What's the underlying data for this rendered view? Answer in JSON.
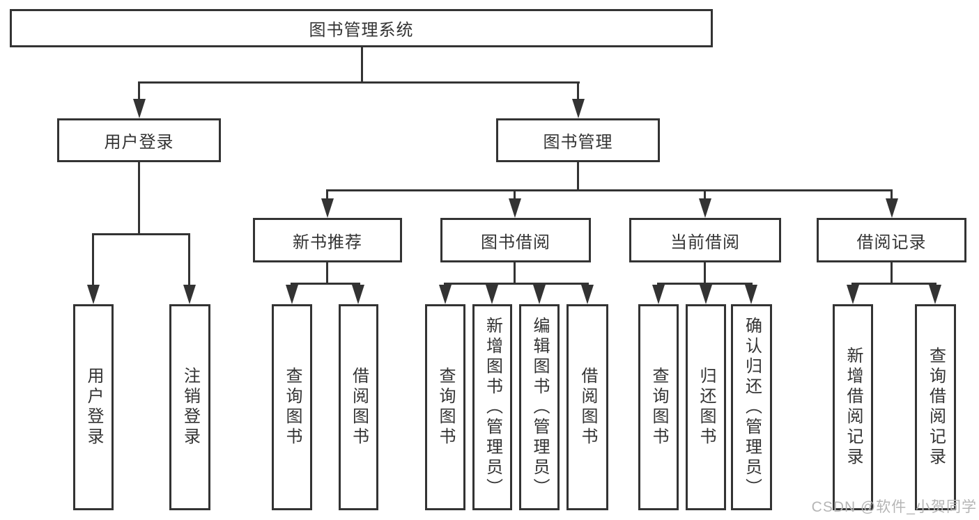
{
  "watermark": "CSDN @软件_小贺同学",
  "colors": {
    "line": "#333333",
    "text": "#333333",
    "watermark": "#b5b5b5",
    "background": "#ffffff"
  },
  "tree": {
    "label": "图书管理系统",
    "children": [
      {
        "label": "用户登录",
        "children": [
          {
            "label": "用户登录"
          },
          {
            "label": "注销登录"
          }
        ]
      },
      {
        "label": "图书管理",
        "children": [
          {
            "label": "新书推荐",
            "children": [
              {
                "label": "查询图书"
              },
              {
                "label": "借阅图书"
              }
            ]
          },
          {
            "label": "图书借阅",
            "children": [
              {
                "label": "查询图书"
              },
              {
                "label": "新增图书（管理员）"
              },
              {
                "label": "编辑图书（管理员）"
              },
              {
                "label": "借阅图书"
              }
            ]
          },
          {
            "label": "当前借阅",
            "children": [
              {
                "label": "查询图书"
              },
              {
                "label": "归还图书"
              },
              {
                "label": "确认归还（管理员）"
              }
            ]
          },
          {
            "label": "借阅记录",
            "children": [
              {
                "label": "新增借阅记录"
              },
              {
                "label": "查询借阅记录"
              }
            ]
          }
        ]
      }
    ]
  }
}
